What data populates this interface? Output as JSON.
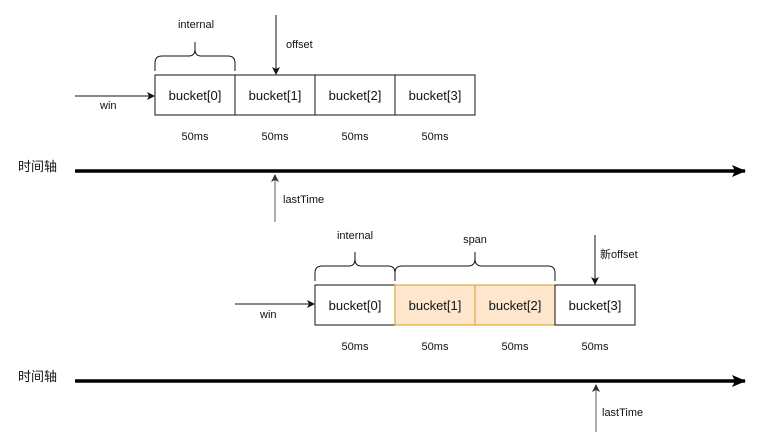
{
  "top": {
    "brace_label": "internal",
    "offset_label": "offset",
    "win_label": "win",
    "buckets": [
      "bucket[0]",
      "bucket[1]",
      "bucket[2]",
      "bucket[3]"
    ],
    "durations": [
      "50ms",
      "50ms",
      "50ms",
      "50ms"
    ],
    "axis_label": "时间轴",
    "last_time_label": "lastTime"
  },
  "bottom": {
    "brace_internal_label": "internal",
    "brace_span_label": "span",
    "offset_label": "新offset",
    "win_label": "win",
    "buckets": [
      "bucket[0]",
      "bucket[1]",
      "bucket[2]",
      "bucket[3]"
    ],
    "highlighted": [
      false,
      true,
      true,
      false
    ],
    "durations": [
      "50ms",
      "50ms",
      "50ms",
      "50ms"
    ],
    "axis_label": "时间轴",
    "last_time_label": "lastTime"
  },
  "colors": {
    "highlight_fill": "#fde6cc",
    "highlight_stroke": "#d6a018",
    "stroke": "#111111",
    "pointer": "#777777"
  }
}
